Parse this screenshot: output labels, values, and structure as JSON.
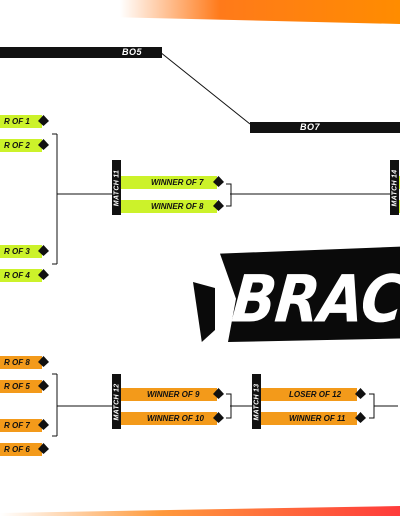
{
  "header": {
    "bo5_label": "BO5",
    "bo7_label": "BO7"
  },
  "banner": {
    "title": "BRACKET"
  },
  "left_column": {
    "slots": [
      {
        "label": "R OF 1",
        "color": "green"
      },
      {
        "label": "R OF 2",
        "color": "green"
      },
      {
        "label": "R OF 3",
        "color": "green"
      },
      {
        "label": "R OF 4",
        "color": "green"
      },
      {
        "label": "R OF 8",
        "color": "orange"
      },
      {
        "label": "R OF 5",
        "color": "orange"
      },
      {
        "label": "R OF 7",
        "color": "orange"
      },
      {
        "label": "R OF 6",
        "color": "orange"
      }
    ]
  },
  "matches": {
    "match11": {
      "tag": "MATCH 11",
      "slot_a": "WINNER OF 7",
      "slot_b": "WINNER OF 8",
      "color": "green"
    },
    "match12": {
      "tag": "MATCH 12",
      "slot_a": "WINNER OF 9",
      "slot_b": "WINNER OF 10",
      "color": "orange"
    },
    "match13": {
      "tag": "MATCH 13",
      "slot_a": "LOSER OF 12",
      "slot_b": "WINNER OF 11",
      "color": "orange"
    },
    "match14": {
      "tag": "MATCH 14"
    }
  },
  "colors": {
    "green": "#ccf22a",
    "orange": "#f39a1a",
    "dark": "#111111"
  }
}
